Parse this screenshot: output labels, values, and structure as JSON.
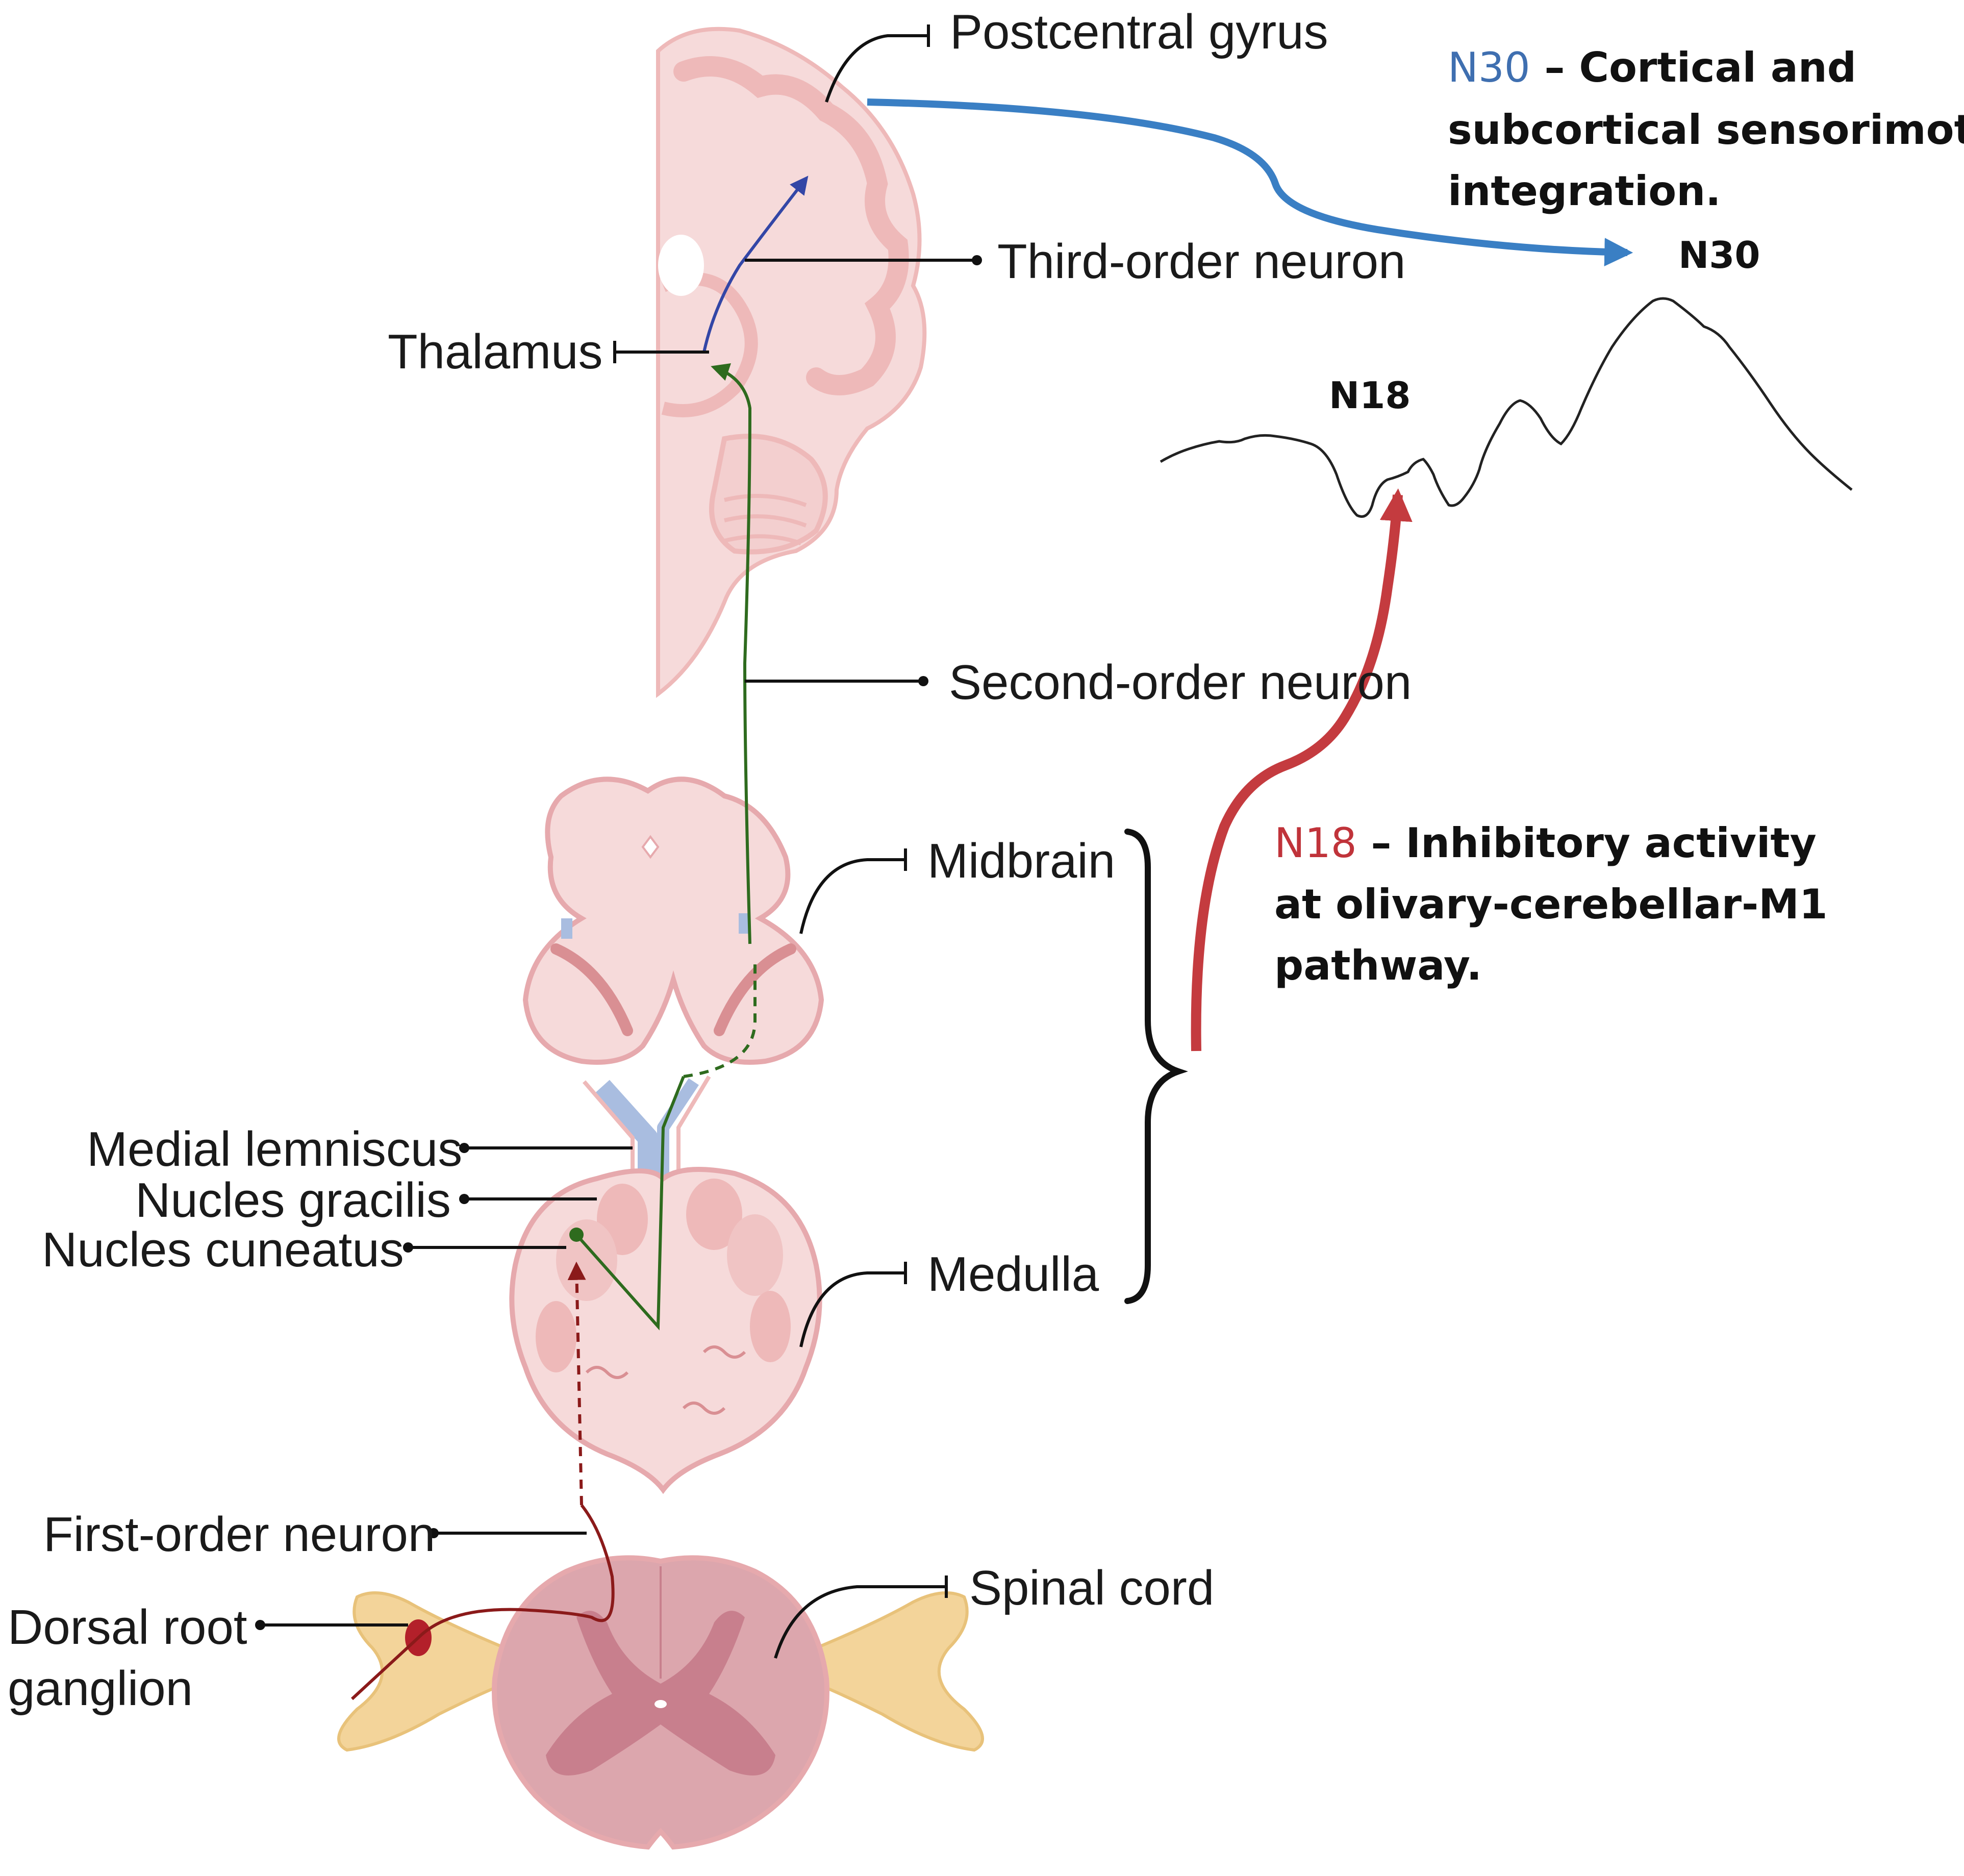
{
  "labels": {
    "postcentral_gyrus": "Postcentral gyrus",
    "third_order_neuron": "Third-order neuron",
    "thalamus": "Thalamus",
    "second_order_neuron": "Second-order neuron",
    "midbrain": "Midbrain",
    "medulla": "Medulla",
    "medial_lemniscus": "Medial lemniscus",
    "nucleus_gracilis": "Nucles gracilis",
    "nucleus_cuneatus": "Nucles cuneatus",
    "first_order_neuron": "First-order neuron",
    "dorsal_root_ganglion_line1": "Dorsal root",
    "dorsal_root_ganglion_line2": "ganglion",
    "spinal_cord": "Spinal cord"
  },
  "annotations": {
    "n30": {
      "code": "N30",
      "dash": " – Cortical and",
      "line2": "subcortical sensorimotor",
      "line3": "integration.",
      "color": "#3f6fb0"
    },
    "n18": {
      "code": "N18",
      "dash": " – Inhibitory activity",
      "line2": "at olivary-cerebellar-M1",
      "line3": "pathway.",
      "color": "#c0333a"
    }
  },
  "waveform_labels": {
    "n30_peak": "N30",
    "n18_peak": "N18"
  },
  "colors": {
    "tissue_light": "#f6dada",
    "tissue_mid": "#eeb9b9",
    "tissue_dark": "#d98f93",
    "spinal_gray": "#c87f8d",
    "nerve": "#f3d49a",
    "first_order": "#8b1a1a",
    "second_order": "#2e6b1e",
    "third_order": "#3346a6",
    "lemniscus": "#a9bde0",
    "n30_arrow": "#3a7fc4",
    "n18_arrow": "#c43b3f"
  }
}
